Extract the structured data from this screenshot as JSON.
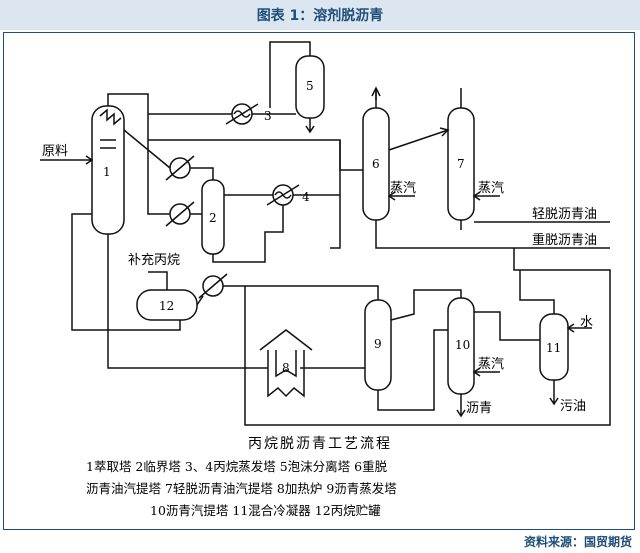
{
  "header": {
    "title": "图表 1：溶剂脱沥青"
  },
  "diagram": {
    "labels": {
      "feed": "原料",
      "propane_makeup": "补充丙烷",
      "steam_6": "蒸汽",
      "steam_7": "蒸汽",
      "steam_10": "蒸汽",
      "water": "水",
      "light_oil": "轻脱沥青油",
      "heavy_oil": "重脱沥青油",
      "asphalt": "沥青",
      "waste_oil": "污油"
    },
    "equipment_numbers": [
      "1",
      "2",
      "3",
      "4",
      "5",
      "6",
      "7",
      "8",
      "9",
      "10",
      "11",
      "12"
    ],
    "caption": {
      "title": "丙烷脱沥青工艺流程",
      "legend_lines": [
        "1萃取塔  2临界塔  3、4丙烷蒸发塔  5泡沫分离塔  6重脱",
        "沥青油汽提塔  7轻脱沥青油汽提塔  8加热炉  9沥青蒸发塔",
        "10沥青汽提塔  11混合冷凝器  12丙烷贮罐"
      ]
    }
  },
  "footer": {
    "source": "资料来源：国贸期货"
  }
}
